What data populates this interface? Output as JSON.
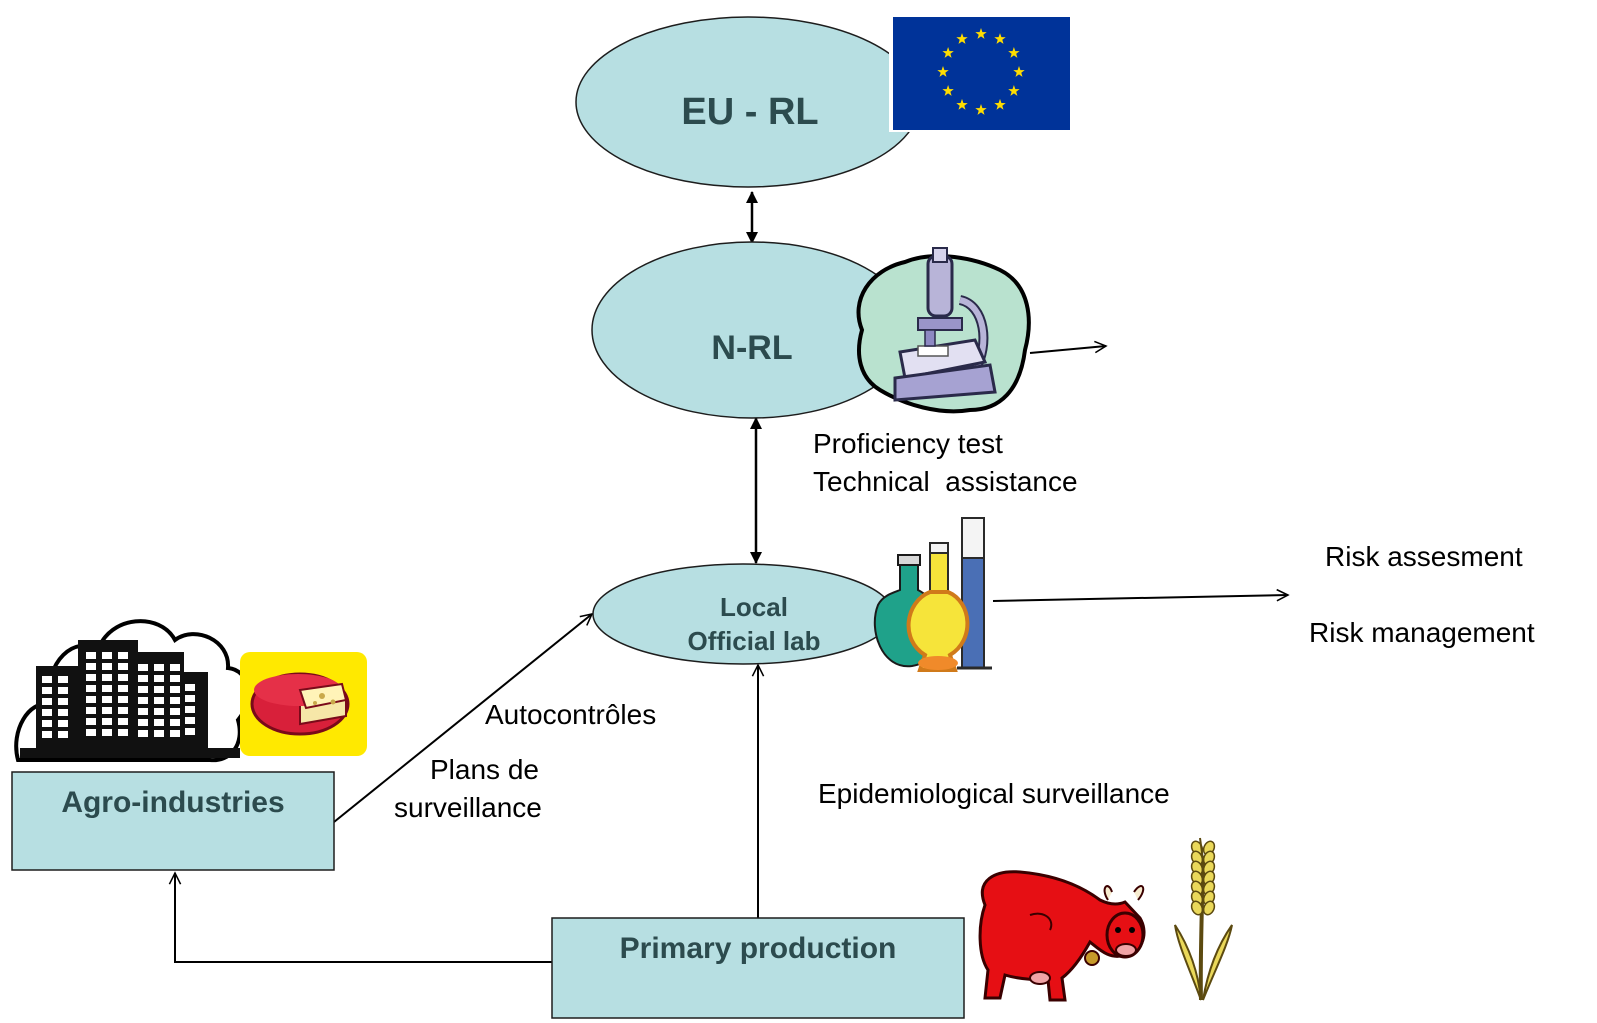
{
  "nodes": {
    "eu_rl": "EU - RL",
    "n_rl": "N-RL",
    "local_lab_line1": "Local",
    "local_lab_line2": "Official lab",
    "agro": "Agro-industries",
    "primary": "Primary production"
  },
  "labels": {
    "proficiency_line1": "Proficiency test",
    "proficiency_line2": "Technical  assistance",
    "risk_assessment": "Risk assesment",
    "risk_management": "Risk management",
    "autocontroles": "Autocontrôles",
    "plans_line1": "Plans de",
    "plans_line2": "surveillance",
    "epidemiological": "Epidemiological surveillance"
  },
  "colors": {
    "node_fill": "#b7dfe2",
    "node_text": "#2c4b4e",
    "eu_blue": "#003399",
    "eu_star": "#ffdd00"
  },
  "icons": [
    "eu-flag-icon",
    "microscope-icon",
    "lab-flasks-icon",
    "factory-building-icon",
    "cheese-icon",
    "cow-icon",
    "wheat-icon"
  ]
}
